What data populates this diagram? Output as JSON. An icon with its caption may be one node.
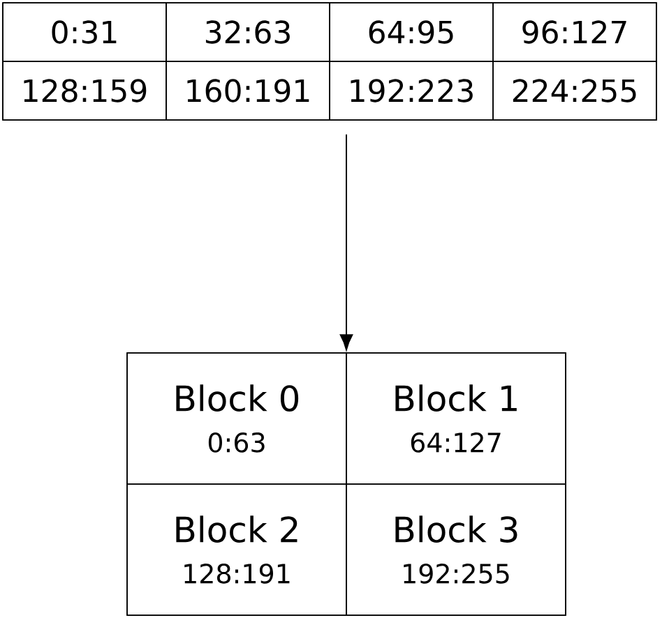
{
  "diagram": {
    "nodes": [
      {
        "text": [],
        "shape": "box"
      },
      {
        "text": [
          "0:31"
        ],
        "in": 0
      },
      {
        "text": [
          "32:63"
        ],
        "in": 0
      },
      {
        "text": [
          "64:95"
        ],
        "in": 0
      },
      {
        "text": [
          "96:127"
        ],
        "in": 0
      },
      {
        "text": [
          "128:159"
        ],
        "in": 0
      },
      {
        "text": [
          "160:191"
        ],
        "in": 0
      },
      {
        "text": [
          "192:223"
        ],
        "in": 0
      },
      {
        "text": [
          "224:255"
        ],
        "in": 0
      },
      {
        "text": [],
        "shape": "box"
      },
      {
        "text": [
          "Block 0",
          "0:63"
        ],
        "in": 9
      },
      {
        "text": [
          "Block 1",
          "64:127"
        ],
        "in": 9
      },
      {
        "text": [
          "Block 2",
          "128:191"
        ],
        "in": 9
      },
      {
        "text": [
          "Block 3",
          "192:255"
        ],
        "in": 9
      }
    ],
    "edges": [
      {
        "from": 0,
        "to": 9,
        "arrow": "to"
      }
    ]
  }
}
